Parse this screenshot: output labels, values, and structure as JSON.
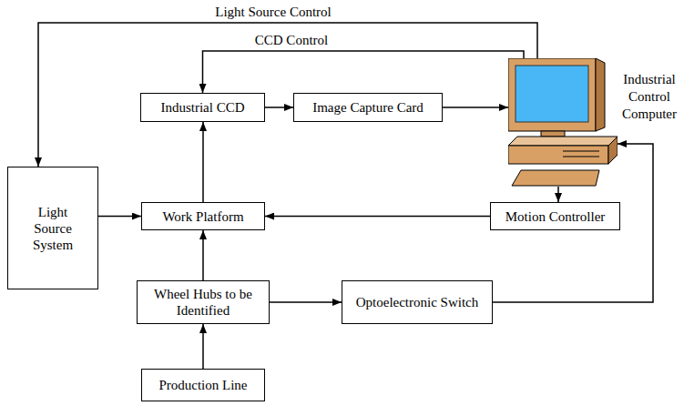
{
  "diagram": {
    "nodes": [
      {
        "text": [
          "Industrial CCD"
        ]
      },
      {
        "text": [
          "Image Capture Card"
        ]
      },
      {
        "text": [
          "Industrial Control Computer"
        ]
      },
      {
        "text": [
          "Light Source System"
        ]
      },
      {
        "text": [
          "Work Platform"
        ]
      },
      {
        "text": [
          "Motion Controller"
        ]
      },
      {
        "text": [
          "Wheel Hubs to be Identified"
        ]
      },
      {
        "text": [
          "Optoelectronic Switch"
        ]
      },
      {
        "text": [
          "Production Line"
        ]
      }
    ],
    "edges": [
      {
        "from": 2,
        "to": 3,
        "label": "Light Source Control",
        "arrow": "to"
      },
      {
        "from": 2,
        "to": 0,
        "label": "CCD Control",
        "arrow": "to"
      },
      {
        "from": 0,
        "to": 1,
        "arrow": "to"
      },
      {
        "from": 1,
        "to": 2,
        "arrow": "to"
      },
      {
        "from": 2,
        "to": 5,
        "arrow": "to"
      },
      {
        "from": 5,
        "to": 4,
        "arrow": "to"
      },
      {
        "from": 3,
        "to": 4,
        "arrow": "to"
      },
      {
        "from": 4,
        "to": 0,
        "arrow": "to"
      },
      {
        "from": 6,
        "to": 4,
        "arrow": "to"
      },
      {
        "from": 8,
        "to": 6,
        "arrow": "to"
      },
      {
        "from": 6,
        "to": 7,
        "arrow": "to"
      },
      {
        "from": 7,
        "to": 2,
        "arrow": "to"
      }
    ]
  }
}
